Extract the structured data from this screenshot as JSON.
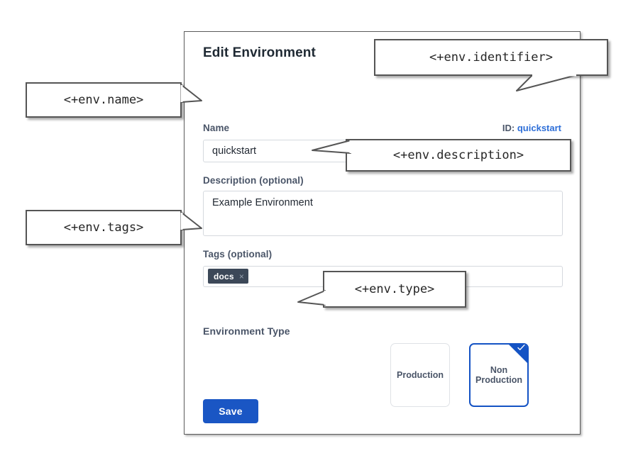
{
  "dialog": {
    "title": "Edit Environment",
    "id_prefix": "ID:",
    "id_value": "quickstart",
    "fields": {
      "name": {
        "label": "Name",
        "value": "quickstart",
        "placeholder": ""
      },
      "description": {
        "label": "Description (optional)",
        "value": "Example Environment",
        "placeholder": ""
      },
      "tags": {
        "label": "Tags (optional)",
        "placeholder": "",
        "chips": [
          {
            "label": "docs",
            "remove_icon": "×"
          }
        ]
      },
      "environment_type": {
        "label": "Environment Type",
        "options": [
          {
            "label": "Production",
            "selected": false
          },
          {
            "label": "Non Production",
            "selected": true
          }
        ],
        "selected_check_icon": "check-icon"
      }
    },
    "save_label": "Save"
  },
  "annotations": [
    {
      "key": "name",
      "text": "<+env.name>"
    },
    {
      "key": "identifier",
      "text": "<+env.identifier>"
    },
    {
      "key": "description",
      "text": "<+env.description>"
    },
    {
      "key": "tags",
      "text": "<+env.tags>"
    },
    {
      "key": "type",
      "text": "<+env.type>"
    }
  ],
  "colors": {
    "accent_blue": "#1a56c4",
    "link_blue": "#2e6fd8",
    "selected_border": "#1453c4",
    "tag_chip": "#3c4858",
    "label_text": "#4a5568",
    "panel_border": "#5c5c5c"
  }
}
